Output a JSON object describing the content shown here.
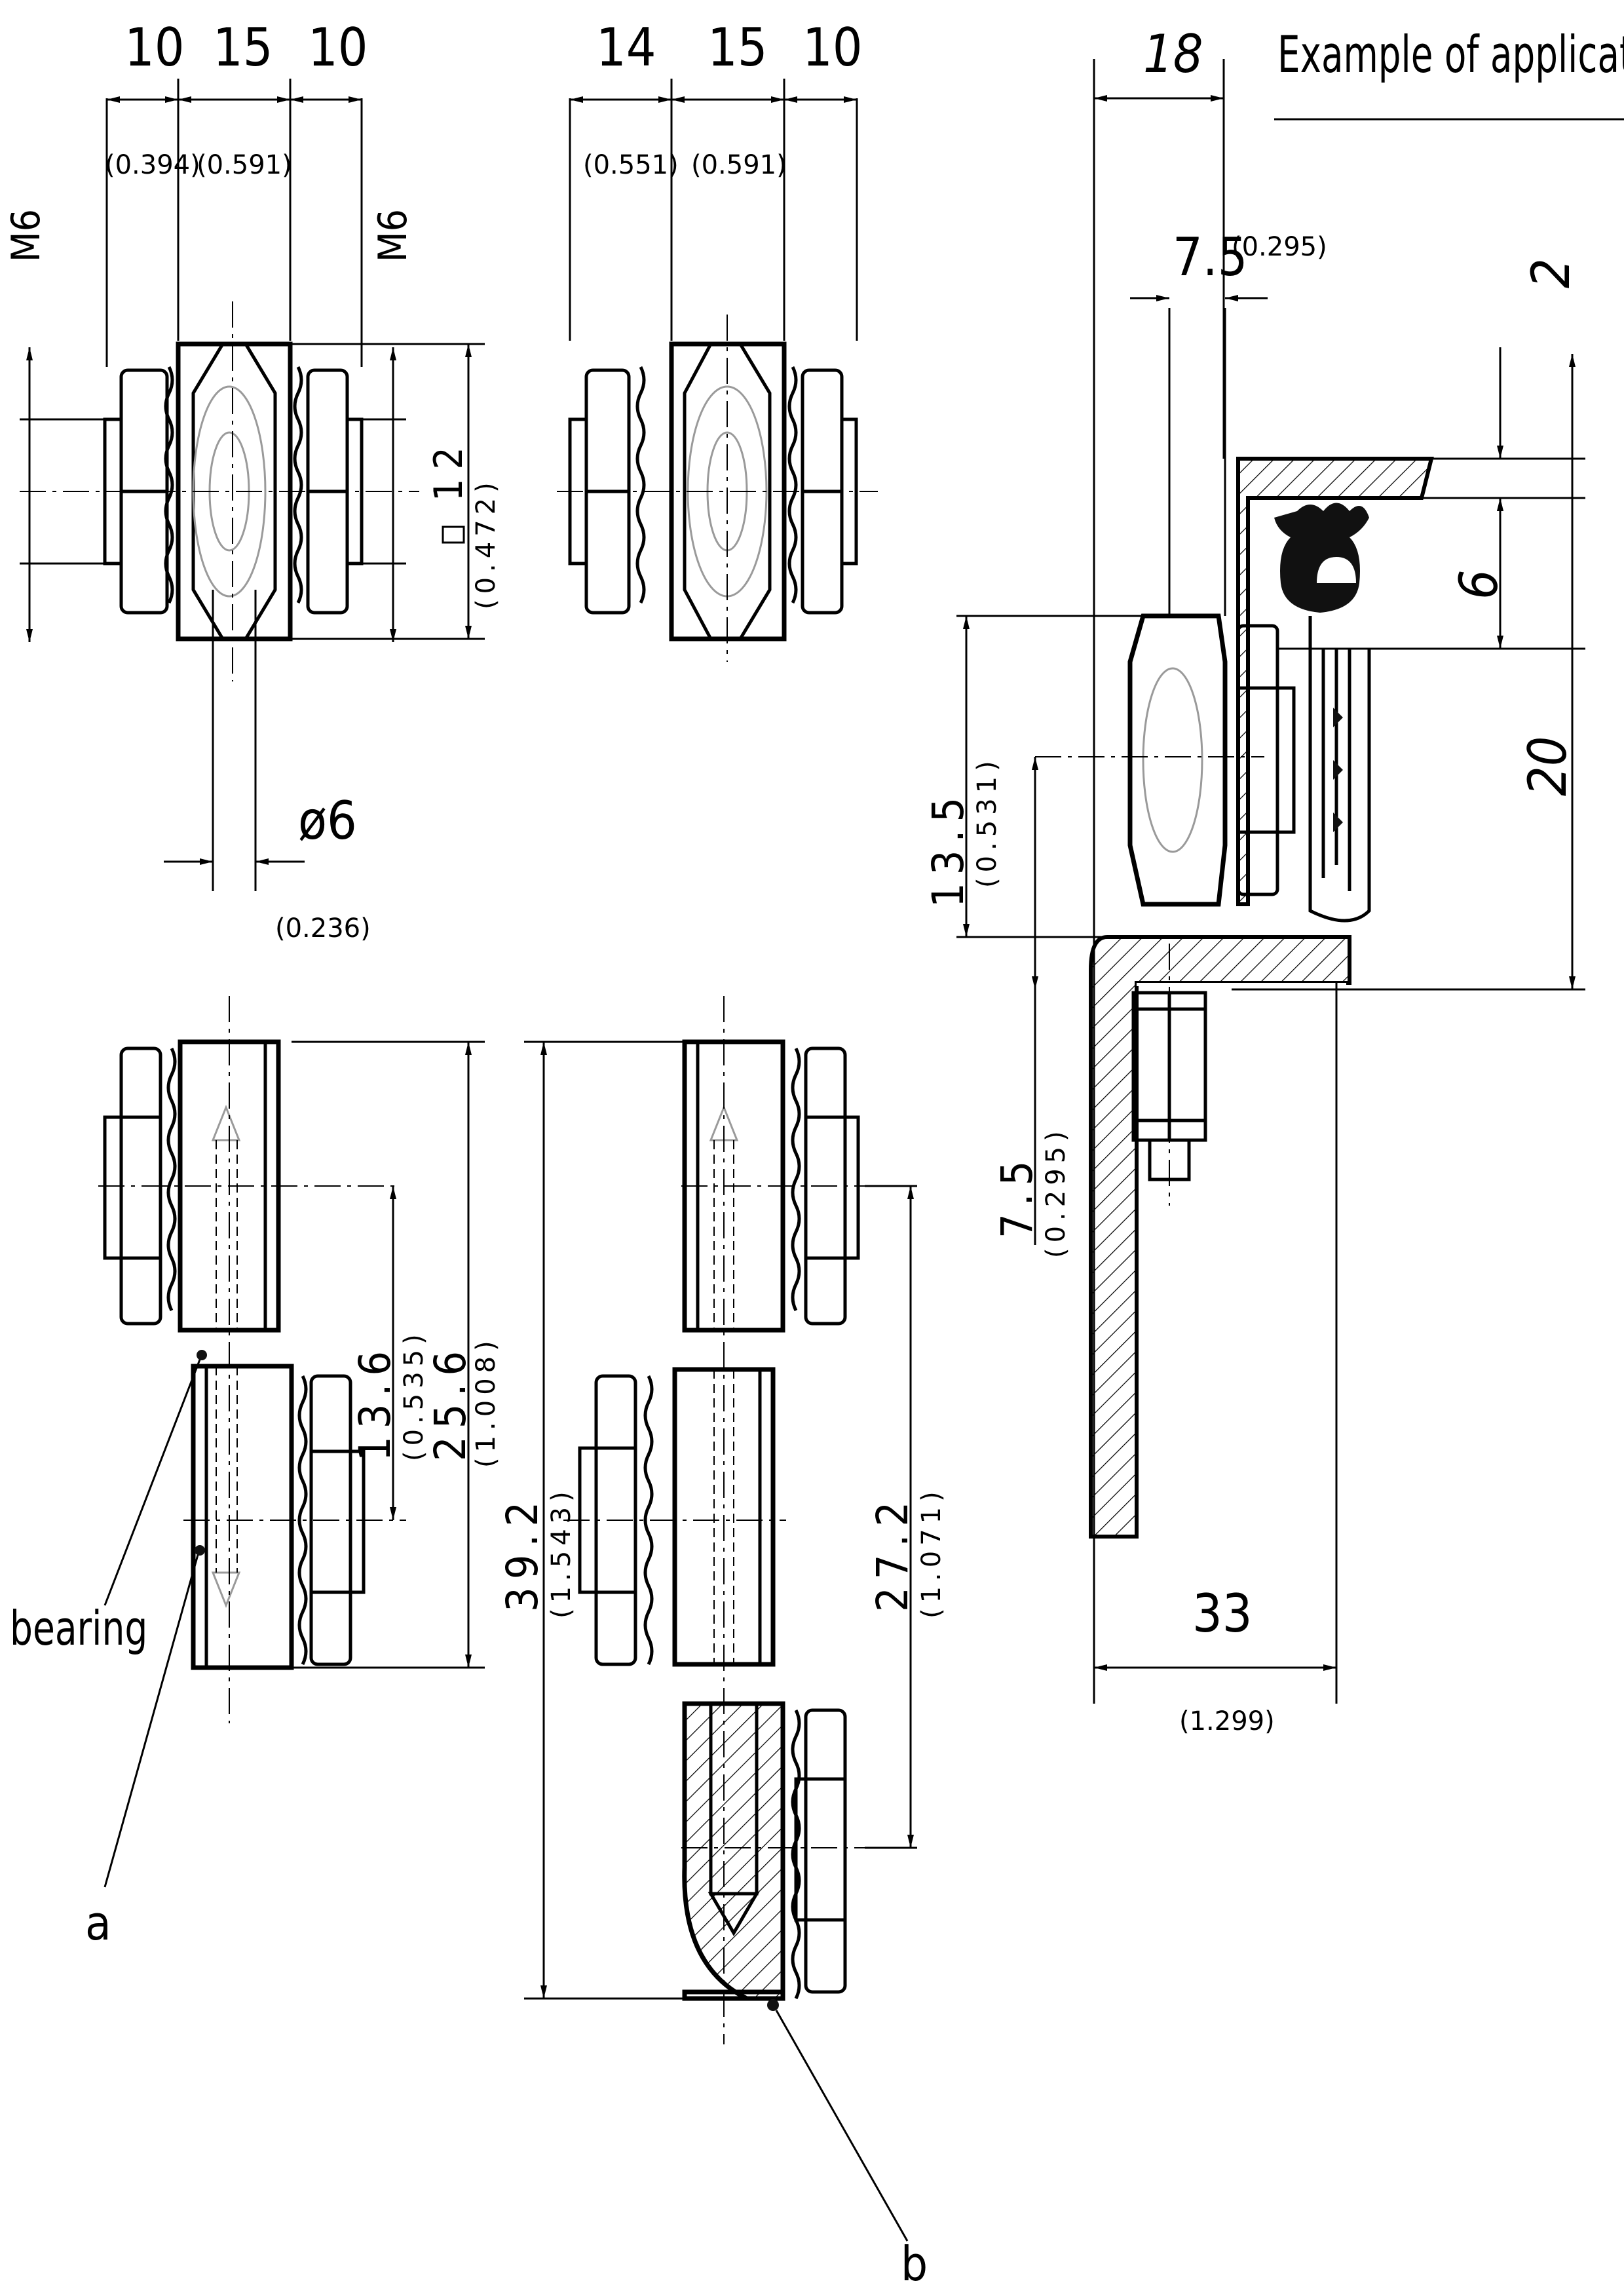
{
  "title": "Example of application",
  "labels": {
    "bearing": "bearing",
    "a": "a",
    "b": "b"
  },
  "dimensions": {
    "top_left": {
      "d10_left": "10",
      "d10_left_in": "(0.394)",
      "d15": "15",
      "d15_in": "(0.591)",
      "d10_right": "10",
      "thread_left": "M6",
      "thread_right": "M6",
      "square12": "12",
      "square12_in": "(0.472)",
      "dia6": "ø6",
      "dia6_in": "(0.236)"
    },
    "top_middle": {
      "d14": "14",
      "d14_in": "(0.551)",
      "d15": "15",
      "d15_in": "(0.591)",
      "d10": "10"
    },
    "bottom_left": {
      "d13_6": "13.6",
      "d13_6_in": "(0.535)",
      "d25_6": "25.6",
      "d25_6_in": "(1.008)"
    },
    "bottom_middle": {
      "d39_2": "39.2",
      "d39_2_in": "(1.543)",
      "d27_2": "27.2",
      "d27_2_in": "(1.071)"
    },
    "application": {
      "d18": "18",
      "d7_5_top": "7.5",
      "d7_5_top_in": "(0.295)",
      "d2": "2",
      "d6": "6",
      "d20": "20",
      "d13_5": "13.5",
      "d13_5_in": "(0.531)",
      "d7_5_side": "7.5",
      "d7_5_side_in": "(0.295)",
      "d33": "33",
      "d33_in": "(1.299)"
    }
  }
}
